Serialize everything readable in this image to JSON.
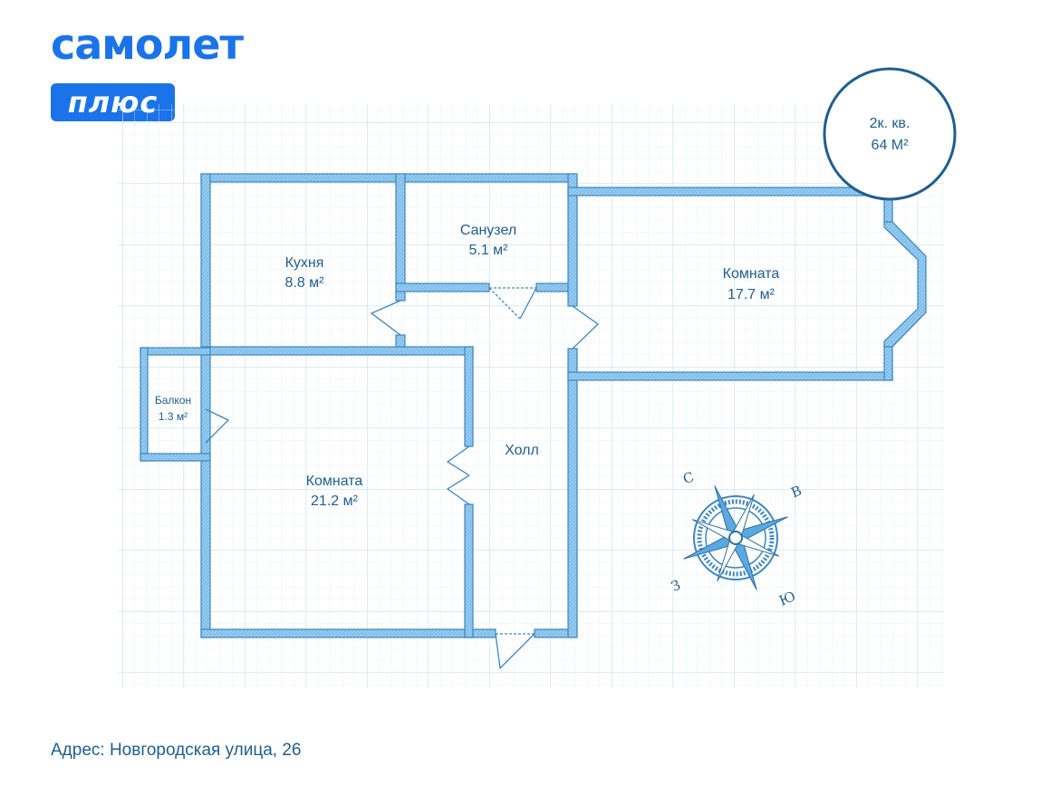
{
  "brand": {
    "word": "самолет",
    "badge": "плюс",
    "color": "#1a73e8"
  },
  "apartment": {
    "type": "2к. кв.",
    "area": "64 М²"
  },
  "rooms": {
    "kitchen": {
      "name": "Кухня",
      "area": "8.8 м²"
    },
    "bathroom": {
      "name": "Санузел",
      "area": "5.1 м²"
    },
    "room_big": {
      "name": "Комната",
      "area": "21.2 м²"
    },
    "room_right": {
      "name": "Комната",
      "area": "17.7 м²"
    },
    "balcony": {
      "name": "Балкон",
      "area": "1.3 м²"
    },
    "hall": {
      "name": "Холл"
    }
  },
  "compass": {
    "north": "С",
    "east": "В",
    "south": "Ю",
    "west": "З"
  },
  "address": "Адрес: Новгородская улица, 26",
  "colors": {
    "wall": "#5aa9e0",
    "wall_outline": "#3d86bf",
    "grid": "#d4e6f4",
    "text": "#1f5e8f"
  }
}
